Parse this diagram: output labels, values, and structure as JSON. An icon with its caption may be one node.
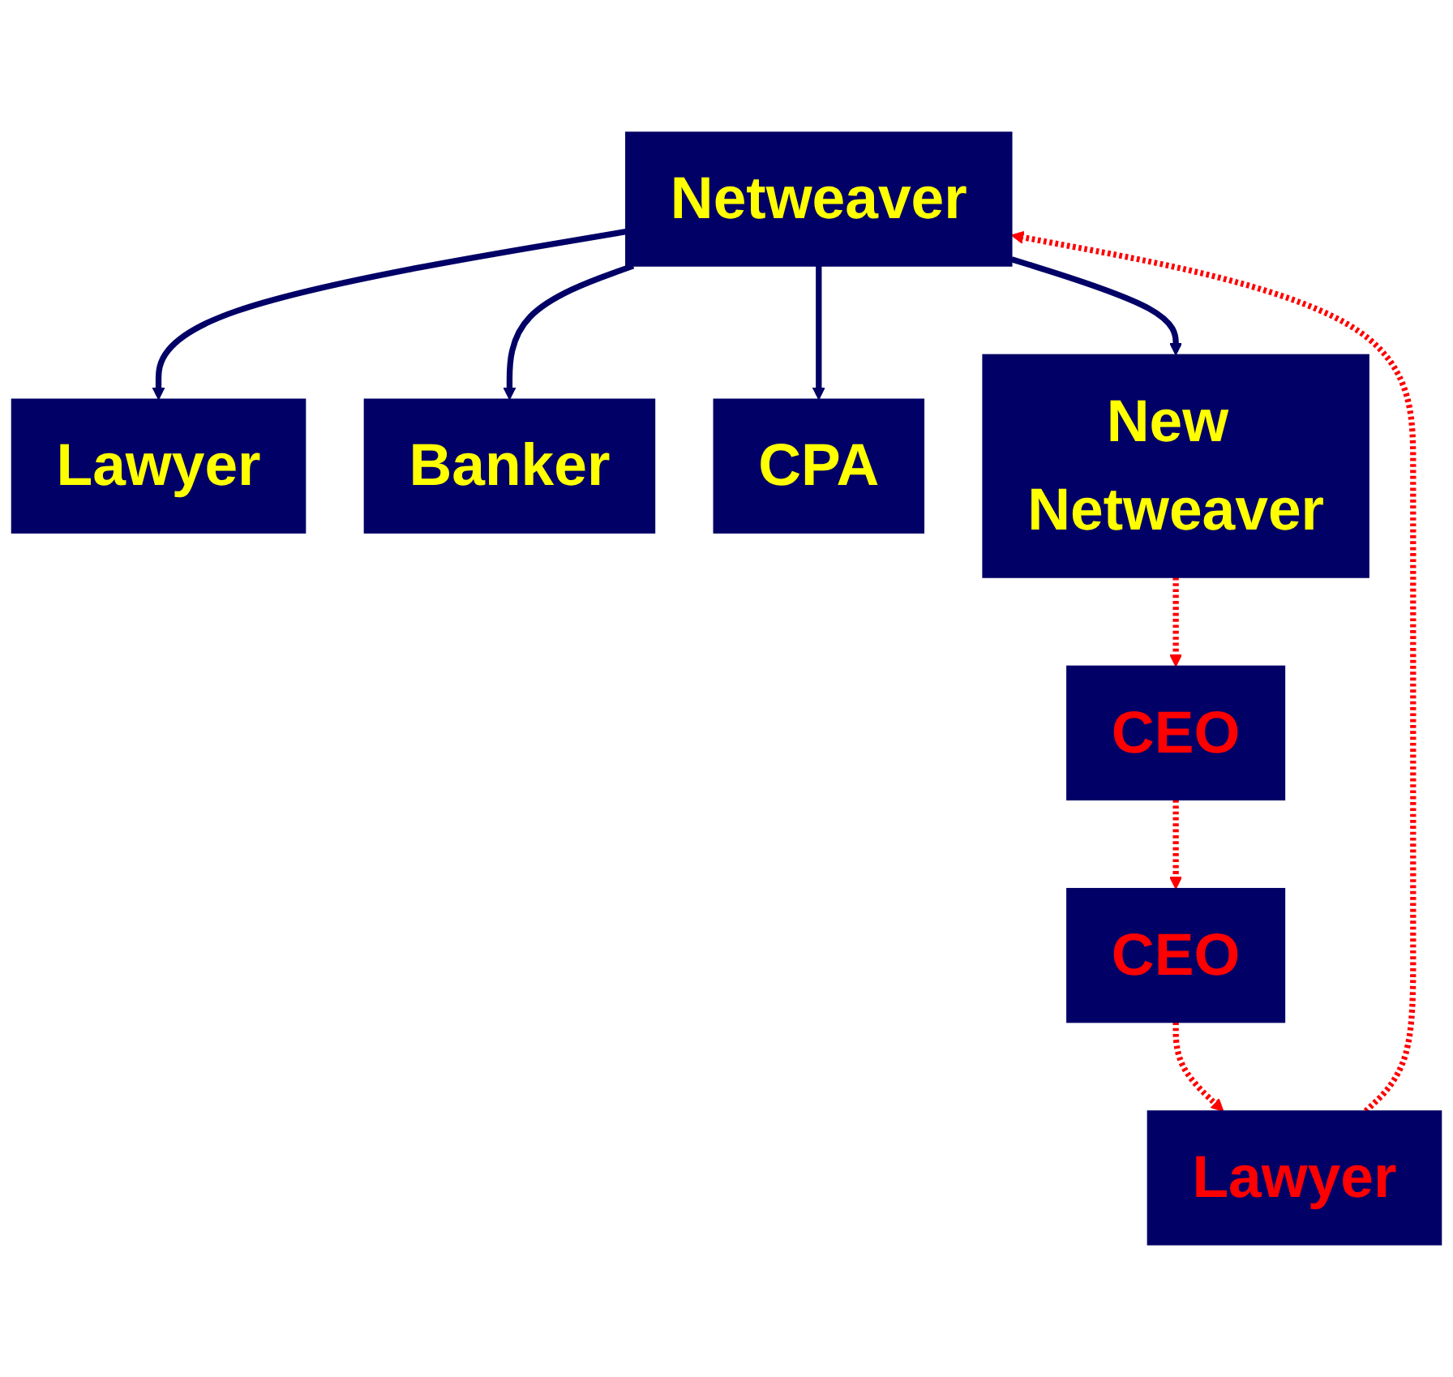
{
  "diagram": {
    "nodes": [
      {
        "text": [
          "Netweaver"
        ]
      },
      {
        "text": [
          "Lawyer"
        ]
      },
      {
        "text": [
          "Banker"
        ]
      },
      {
        "text": [
          "CPA"
        ]
      },
      {
        "text": [
          "New Netweaver"
        ]
      },
      {
        "text": [
          "Lawyer"
        ]
      },
      {
        "text": [
          "CEO"
        ]
      },
      {
        "text": [
          "CEO"
        ]
      }
    ],
    "edges": [
      {
        "from": 0,
        "to": 1,
        "arrow": "to"
      },
      {
        "from": 0,
        "to": 2,
        "arrow": "to"
      },
      {
        "from": 0,
        "to": 3,
        "arrow": "to"
      },
      {
        "from": 0,
        "to": 4,
        "arrow": "to"
      },
      {
        "from": 4,
        "to": 6,
        "arrow": "to",
        "style": "dashed",
        "color": "#ff0000"
      },
      {
        "from": 6,
        "to": 7,
        "arrow": "to",
        "style": "dashed",
        "color": "#ff0000"
      },
      {
        "from": 7,
        "to": 5,
        "arrow": "to",
        "style": "dashed",
        "color": "#ff0000"
      },
      {
        "from": 5,
        "to": 0,
        "arrow": "to",
        "style": "dashed",
        "color": "#ff0000"
      }
    ]
  }
}
